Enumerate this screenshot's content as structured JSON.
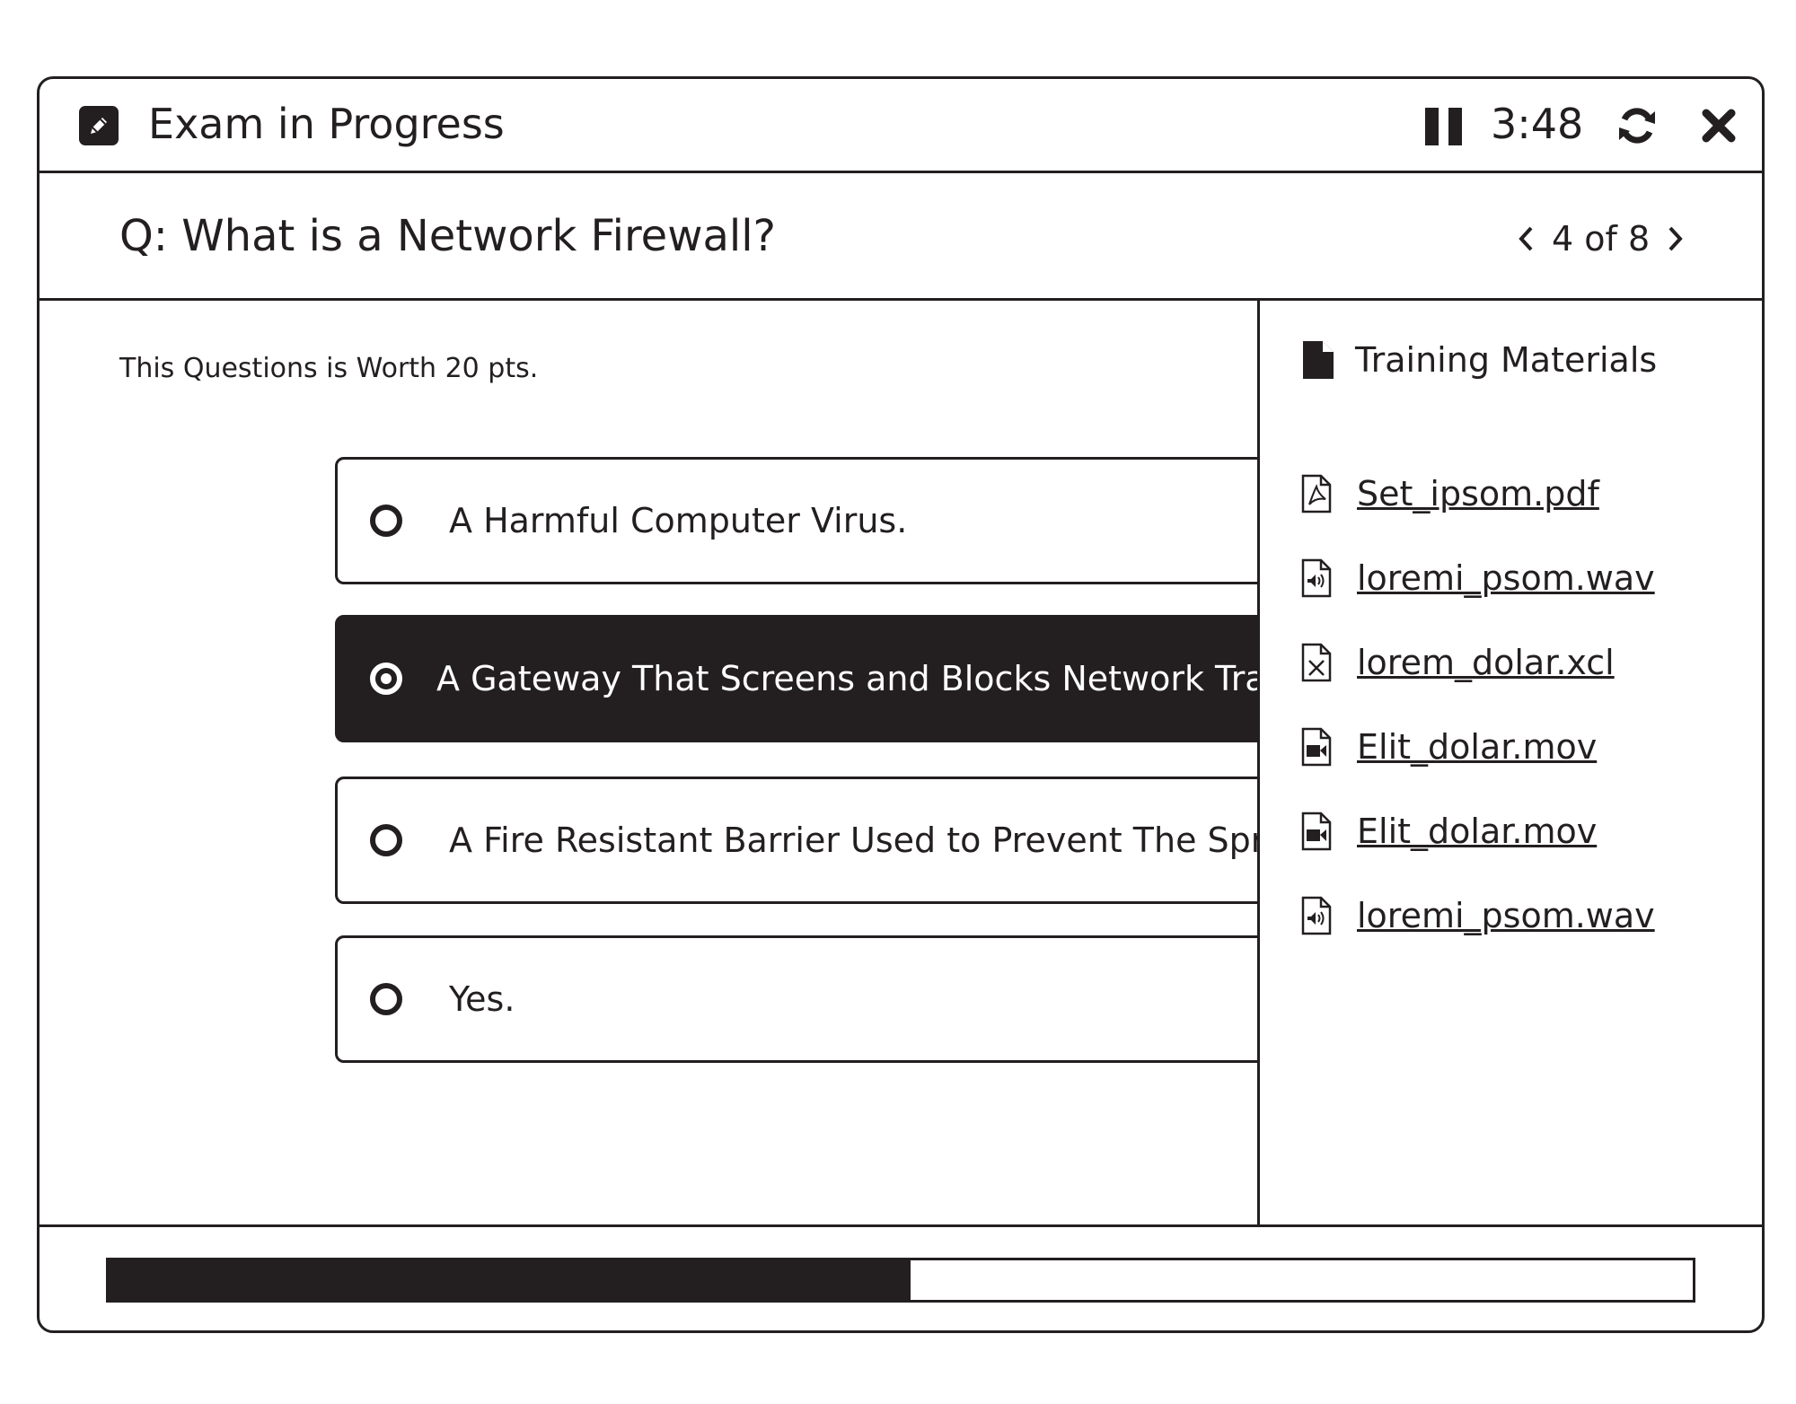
{
  "window": {
    "title": "Exam in Progress",
    "timer": "3:48"
  },
  "icons": {
    "app": "pencil-square-icon",
    "pause": "pause-icon",
    "refresh": "refresh-icon",
    "close": "close-icon",
    "prev": "chevron-left-icon",
    "next": "chevron-right-icon",
    "materials": "document-icon"
  },
  "question": {
    "text": "Q: What is a Network Firewall?",
    "position": "4 of 8",
    "current": 4,
    "total": 8,
    "worth": "This Questions is Worth 20 pts."
  },
  "options": [
    {
      "text": "A Harmful Computer Virus.",
      "selected": false
    },
    {
      "text": "A Gateway That Screens and Blocks Network Traffic.",
      "selected": true
    },
    {
      "text": "A Fire Resistant Barrier Used to Prevent The Spread of Fire.",
      "selected": false
    },
    {
      "text": "Yes.",
      "selected": false
    }
  ],
  "materials": {
    "title": "Training Materials",
    "files": [
      {
        "name": "Set_ipsom.pdf ",
        "type": "pdf"
      },
      {
        "name": "loremi_psom.wav ",
        "type": "audio"
      },
      {
        "name": "lorem_dolar.xcl",
        "type": "spreadsheet"
      },
      {
        "name": "Elit_dolar.mov",
        "type": "video"
      },
      {
        "name": "Elit_dolar.mov",
        "type": "video"
      },
      {
        "name": "loremi_psom.wav",
        "type": "audio"
      }
    ]
  },
  "progress": {
    "fraction": 0.506
  },
  "colors": {
    "ink": "#231f20",
    "background": "#ffffff"
  }
}
